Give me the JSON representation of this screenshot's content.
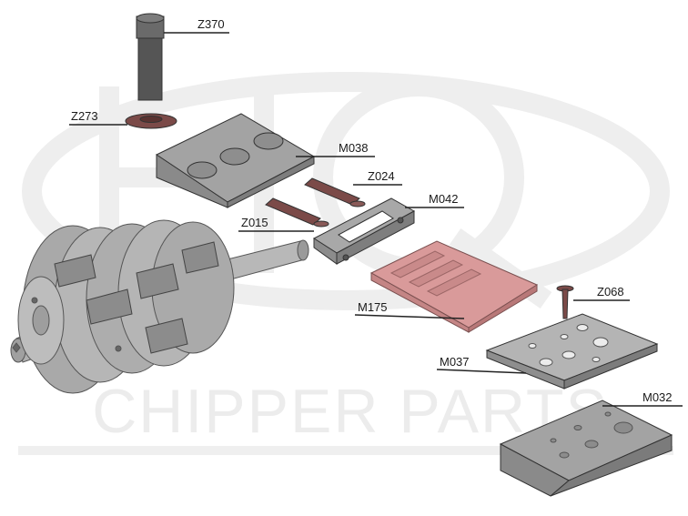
{
  "watermark": {
    "logo_text": "HQ",
    "brand_text": "CHIPPER PARTS"
  },
  "parts": [
    {
      "code": "Z370"
    },
    {
      "code": "Z273"
    },
    {
      "code": "M038"
    },
    {
      "code": "Z024"
    },
    {
      "code": "M042"
    },
    {
      "code": "Z015"
    },
    {
      "code": "M175"
    },
    {
      "code": "Z068"
    },
    {
      "code": "M037"
    },
    {
      "code": "M032"
    }
  ],
  "colors": {
    "part_gray": "#9c9c9c",
    "part_dark": "#6f6f6f",
    "highlight_part": "#d99a9a",
    "bolt_brown": "#7b4a48",
    "leader_line": "#222222"
  }
}
